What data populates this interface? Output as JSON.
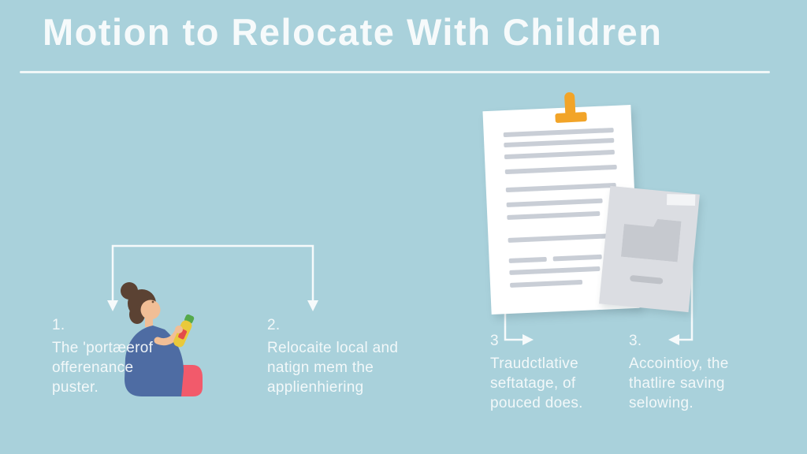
{
  "title": "Motion to Relocate With Children",
  "steps": [
    {
      "number": "1.",
      "lines": [
        "The 'portæerof",
        "offerenance",
        "puster."
      ]
    },
    {
      "number": "2.",
      "lines": [
        "Relocaite local and",
        "natign mem the",
        "applienhiering"
      ]
    },
    {
      "number": "3",
      "lines": [
        "Traudctlative",
        "seftatage, of",
        "pouced does."
      ]
    },
    {
      "number": "3.",
      "lines": [
        "Accointioy, the",
        "thatlire saving",
        "selowing."
      ]
    }
  ],
  "icons": {
    "pin": "orange thumbtack shape (CSS rects)",
    "folder": "gray folder silhouette (CSS clip-path)",
    "connectors": "white elbow lines with triangular arrowheads (SVG)",
    "person": "seated woman holding bottle (SVG flat shapes)"
  },
  "colors": {
    "bg": "#A9D1DB",
    "ink": "#F6FAFB",
    "paper": "#FFFFFF",
    "paper-line": "#C9CED6",
    "pin": "#F2A428",
    "folder": "#DBDDE2",
    "folder-icon": "#C6C9CF",
    "folder-line": "#BFC2C8",
    "folder-tab": "#F3F4F6",
    "hair": "#5B4233",
    "skin": "#F1BE96",
    "shirt": "#4E6CA3",
    "pants": "#F25A6B",
    "bottle": "#E9C93B",
    "cap": "#55A94B",
    "label": "#E34A4A"
  }
}
